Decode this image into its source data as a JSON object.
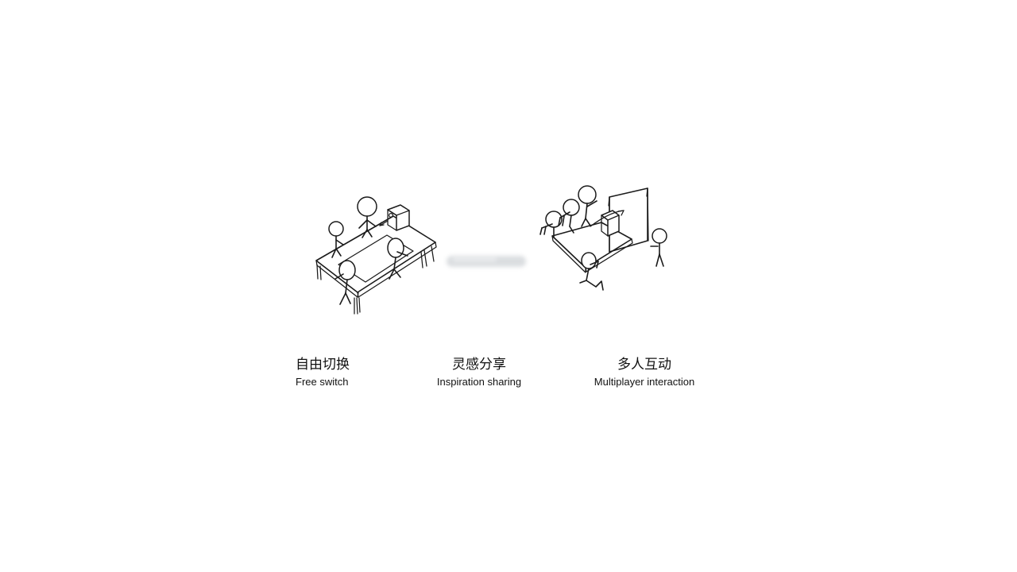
{
  "page": {
    "background": "#ffffff",
    "ink_color": "#1b1b1b"
  },
  "illustrations": {
    "left": {
      "name": "meeting-table-sketch",
      "alt": "Hand drawn sketch of a rectangular meeting table with a large touch display surface and four stick figures seated and standing around it, plus a small monitor on the table",
      "people_count": 4,
      "devices": [
        "tabletop display",
        "monitor"
      ]
    },
    "right": {
      "name": "presentation-room-sketch",
      "alt": "Hand drawn sketch of a meeting table with a large projection screen, a monitor on the table and five stick figures, one raising a hand",
      "people_count": 5,
      "devices": [
        "projection screen",
        "monitor"
      ]
    }
  },
  "connector": {
    "name": "progress-pill",
    "color": "#d9dcdf",
    "highlight": "#ffffff",
    "shape": "rounded-pill"
  },
  "captions": [
    {
      "cn": "自由切换",
      "en": "Free switch"
    },
    {
      "cn": "灵感分享",
      "en": "Inspiration sharing"
    },
    {
      "cn": "多人互动",
      "en": "Multiplayer interaction"
    }
  ]
}
